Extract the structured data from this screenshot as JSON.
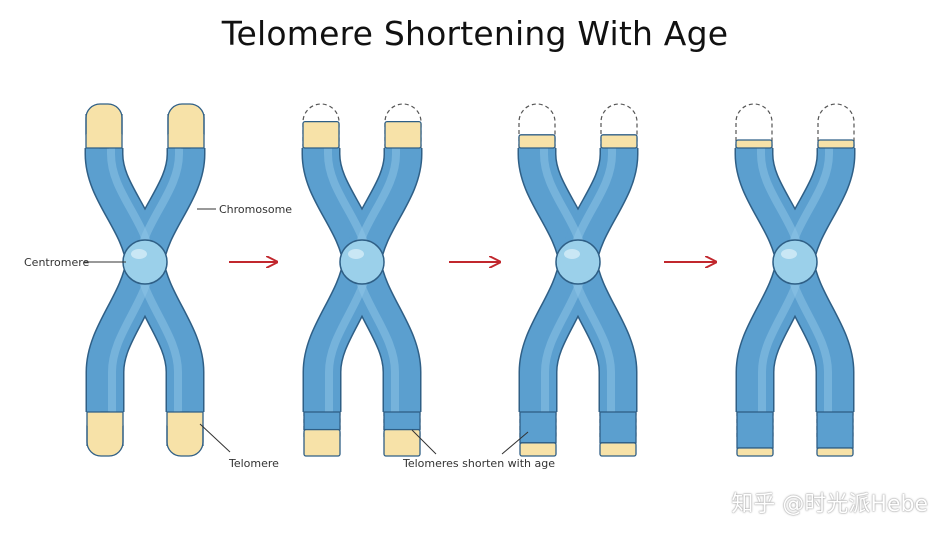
{
  "title": "Telomere Shortening With Age",
  "labels": {
    "chromosome": "Chromosome",
    "centromere": "Centromere",
    "telomere": "Telomere",
    "telomeres_shorten": "Telomeres shorten with age"
  },
  "watermark": "知乎 @时光派Hebe",
  "stages": [
    {
      "telomere_fraction": 1.0
    },
    {
      "telomere_fraction": 0.6
    },
    {
      "telomere_fraction": 0.3
    },
    {
      "telomere_fraction": 0.12
    }
  ],
  "colors": {
    "chromosome_fill": "#5b9fcf",
    "chromosome_highlight": "#8cc2e6",
    "chromosome_outline": "#2f5f86",
    "telomere_fill": "#f7e2a8",
    "centromere_fill": "#9bd0ea",
    "arrow": "#c1272d",
    "dashed_outline": "#555555"
  }
}
